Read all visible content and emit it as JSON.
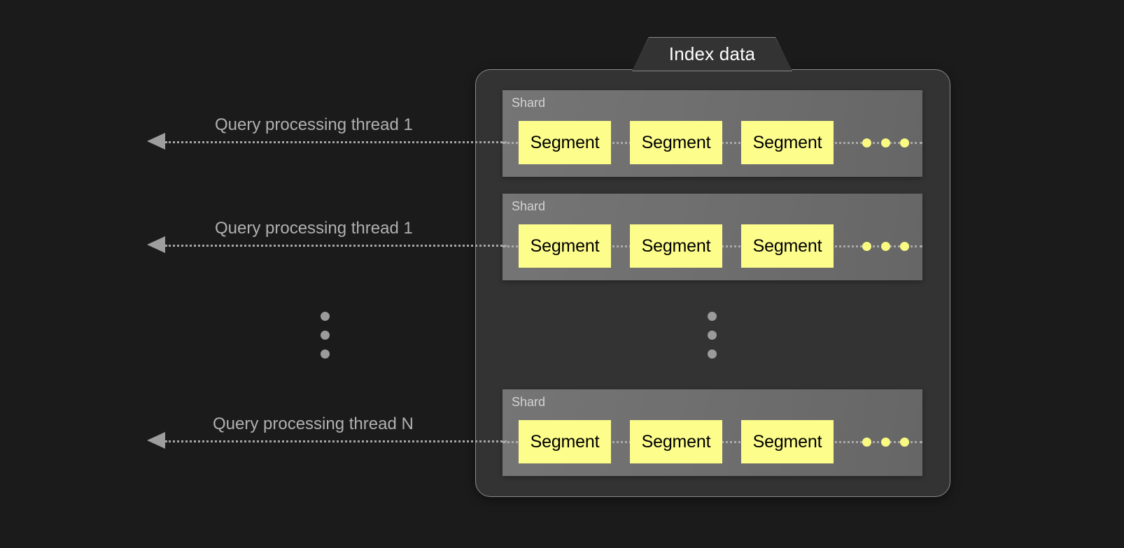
{
  "background_color": "#1b1b1b",
  "diagram": {
    "title": "Index data",
    "container": {
      "label": "Index data",
      "fill": "#333333",
      "border_color": "#8a8a8a"
    },
    "shards": [
      {
        "label": "Shard",
        "segments": [
          "Segment",
          "Segment",
          "Segment"
        ],
        "ellipsis_dots": 3,
        "dot_color": "#fafa82"
      },
      {
        "label": "Shard",
        "segments": [
          "Segment",
          "Segment",
          "Segment"
        ],
        "ellipsis_dots": 3,
        "dot_color": "#fafa82"
      },
      {
        "label": "Shard",
        "segments": [
          "Segment",
          "Segment",
          "Segment"
        ],
        "ellipsis_dots": 3,
        "dot_color": "#fafa82"
      }
    ],
    "threads": [
      {
        "label": "Query processing thread 1"
      },
      {
        "label": "Query processing thread 1"
      },
      {
        "label": "Query processing thread N"
      }
    ],
    "vertical_ellipsis": {
      "left_count": 3,
      "inner_count": 3,
      "dot_color": "#9b9b9b"
    },
    "colors": {
      "segment_fill": "#fdfd8c",
      "segment_text": "#000000",
      "shard_fill": "#6f6f6f",
      "shard_label_text": "#d3d3d3",
      "thread_label_text": "#b0b0b0",
      "arrow_color": "#9e9e9e",
      "title_text": "#ffffff"
    }
  }
}
